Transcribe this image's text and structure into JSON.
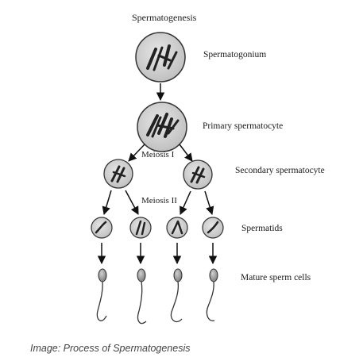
{
  "title": "Spermatogenesis",
  "stages": {
    "spermatogonium": "Spermatogonium",
    "primary": "Primary spermatocyte",
    "secondary": "Secondary spermatocyte",
    "spermatids": "Spermatids",
    "mature": "Mature sperm cells"
  },
  "divisions": {
    "meiosis1": "Meiosis I",
    "meiosis2": "Meiosis II"
  },
  "caption": "Image: Process of Spermatogenesis",
  "colors": {
    "cell_fill": "#d4d4d4",
    "cell_outline": "#333333",
    "chromosome": "#222222",
    "arrow": "#111111",
    "caption": "#444444"
  }
}
